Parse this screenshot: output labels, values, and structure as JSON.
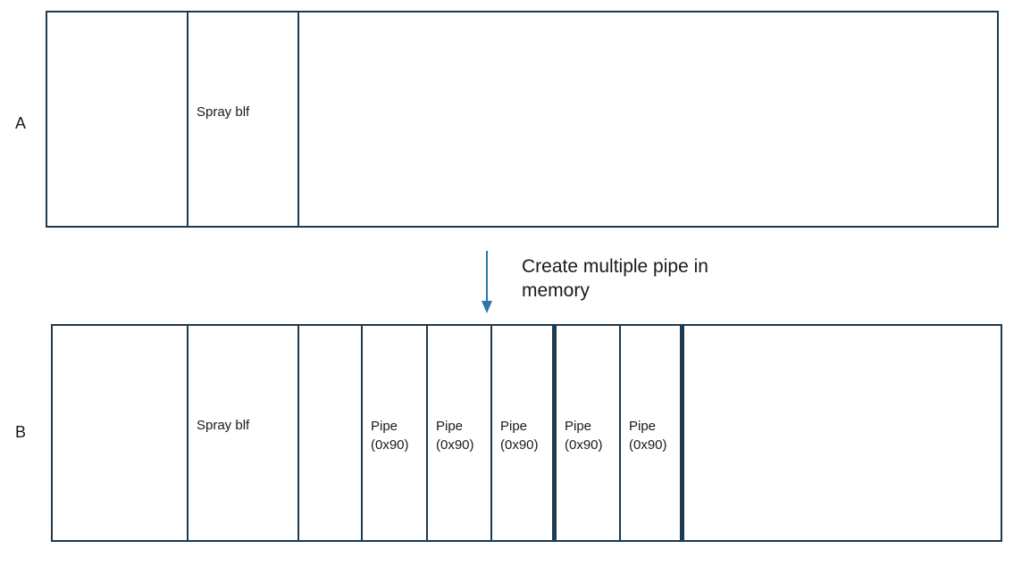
{
  "colors": {
    "border": "#1c3a50",
    "arrow": "#2e76a8",
    "text": "#1a1a1a"
  },
  "row_a": {
    "label": "A",
    "box": {
      "spray_label": "Spray blf"
    }
  },
  "transition": {
    "caption": "Create multiple pipe in memory"
  },
  "row_b": {
    "label": "B",
    "box": {
      "spray_label": "Spray blf",
      "pipes": [
        {
          "name": "Pipe",
          "size": "(0x90)"
        },
        {
          "name": "Pipe",
          "size": "(0x90)"
        },
        {
          "name": "Pipe",
          "size": "(0x90)"
        },
        {
          "name": "Pipe",
          "size": "(0x90)"
        },
        {
          "name": "Pipe",
          "size": "(0x90)"
        }
      ]
    }
  }
}
